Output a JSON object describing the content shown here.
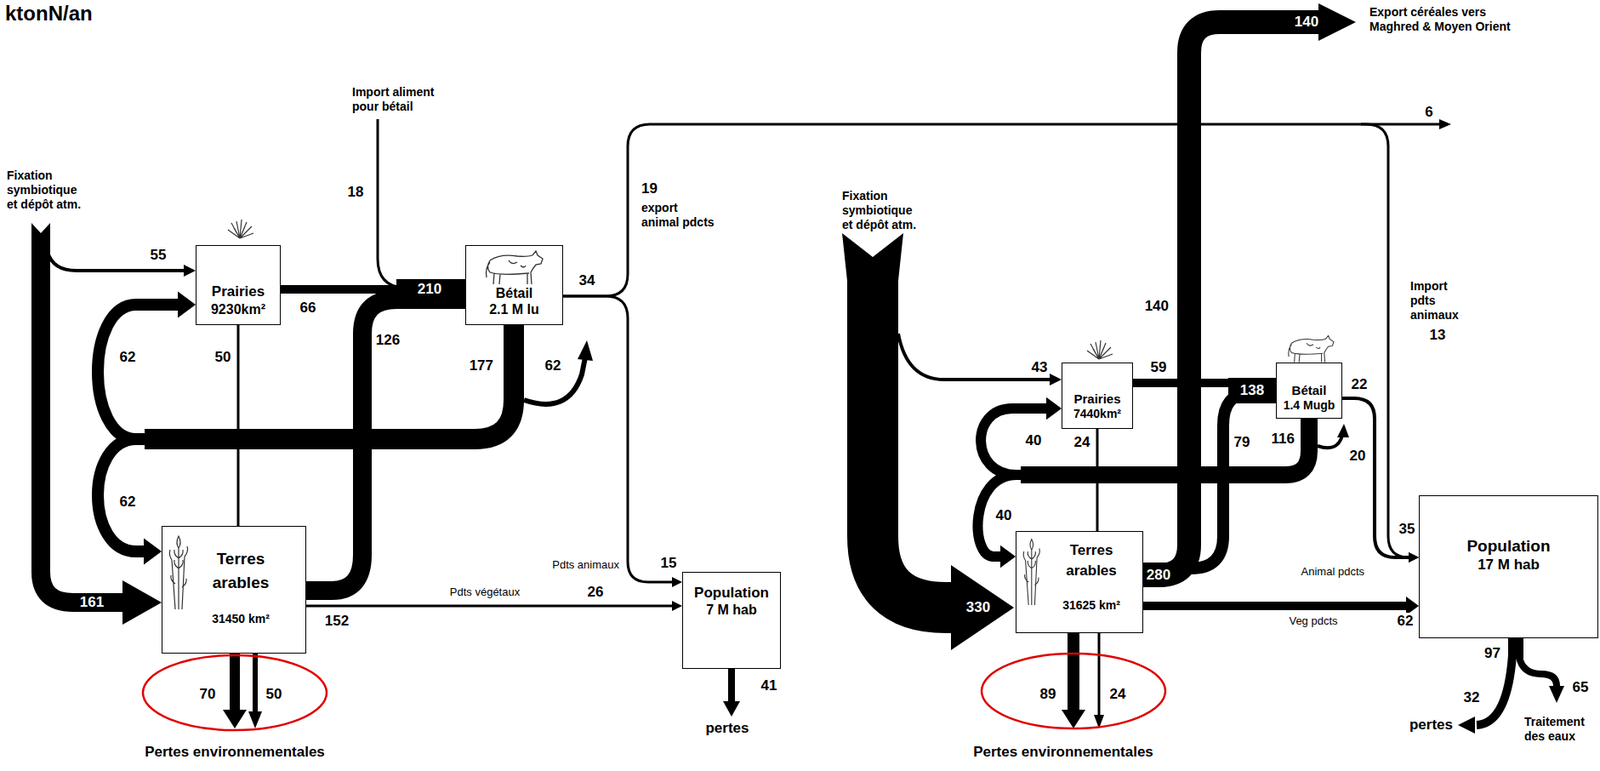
{
  "diagram": {
    "title": "ktonN/an",
    "nodes": [
      {
        "text": [
          "Prairies",
          "9230km²"
        ]
      },
      {
        "text": [
          "Bétail",
          "2.1 M lu"
        ]
      },
      {
        "text": [
          "Terres arables",
          "31450 km²"
        ]
      },
      {
        "text": [
          "Population",
          "7 M hab"
        ]
      },
      {
        "text": [
          "Prairies",
          "7440km²"
        ]
      },
      {
        "text": [
          "Bétail",
          "1.4 Mugb"
        ]
      },
      {
        "text": [
          "Terres arables",
          "31625 km²"
        ]
      },
      {
        "text": [
          "Population",
          "17 M hab"
        ]
      }
    ],
    "edges": [
      {
        "from": 0,
        "to": 1,
        "label": "66",
        "arrow": "none"
      },
      {
        "from": 2,
        "to": 1,
        "label": "126",
        "arrow": "none"
      },
      {
        "from": 1,
        "to": 0,
        "label": "62",
        "arrow": "to"
      },
      {
        "from": 1,
        "to": 2,
        "label": "62",
        "arrow": "to"
      },
      {
        "from": 0,
        "to": 2,
        "label": "50",
        "arrow": "none"
      },
      {
        "from": 2,
        "to": 3,
        "label": "26",
        "arrow": "to"
      },
      {
        "from": 1,
        "to": 3,
        "label": "15",
        "arrow": "to"
      },
      {
        "from": 1,
        "to": 7,
        "label": "13",
        "arrow": "to"
      },
      {
        "from": 4,
        "to": 5,
        "label": "59",
        "arrow": "none"
      },
      {
        "from": 6,
        "to": 5,
        "label": "79",
        "arrow": "none"
      },
      {
        "from": 5,
        "to": 4,
        "label": "40",
        "arrow": "to"
      },
      {
        "from": 5,
        "to": 6,
        "label": "40",
        "arrow": "to"
      },
      {
        "from": 4,
        "to": 6,
        "label": "24",
        "arrow": "none"
      },
      {
        "from": 6,
        "to": 7,
        "label": "62",
        "arrow": "to"
      },
      {
        "from": 5,
        "to": 7,
        "label": "35",
        "arrow": "to"
      }
    ],
    "labels": [
      "Fixation symbiotique et dépôt atm.",
      "55",
      "161",
      "Import aliment pour bétail",
      "18",
      "210",
      "177",
      "62",
      "152",
      "70",
      "50",
      "Pertes environnementales",
      "19",
      "export animal pdcts",
      "34",
      "Pdts animaux",
      "Pdts végétaux",
      "41",
      "pertes",
      "6",
      "140",
      "Export céréales vers Maghred & Moyen Orient",
      "Import pdts animaux",
      "Fixation symbiotique et dépôt atm.",
      "43",
      "330",
      "138",
      "22",
      "116",
      "20",
      "280",
      "140",
      "Animal pdcts",
      "Veg pdcts",
      "89",
      "24",
      "Pertes environnementales",
      "97",
      "32",
      "pertes",
      "65",
      "Traitement des eaux"
    ]
  }
}
